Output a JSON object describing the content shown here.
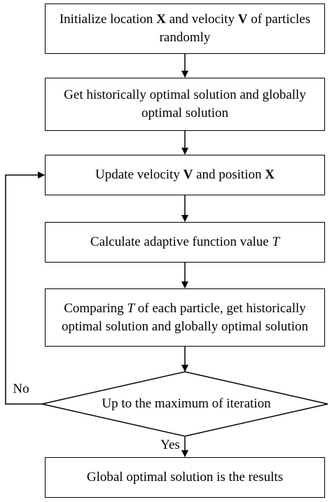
{
  "steps": {
    "init": {
      "pre": "Initialize location ",
      "v1": "X",
      "mid": " and velocity ",
      "v2": "V",
      "post": " of particles randomly"
    },
    "get_optimal": {
      "text": "Get historically optimal solution and globally optimal solution"
    },
    "update": {
      "pre": "Update velocity ",
      "v1": "V",
      "mid": " and  position ",
      "v2": "X"
    },
    "calculate": {
      "pre": "Calculate adaptive function value ",
      "var": "T"
    },
    "compare": {
      "pre": "Comparing ",
      "var": "T",
      "post": " of each particle, get historically optimal solution and globally optimal solution"
    },
    "decision": {
      "text": "Up to the maximum of iteration"
    },
    "result": {
      "text": "Global optimal solution is the results"
    }
  },
  "branches": {
    "no": "No",
    "yes": "Yes"
  }
}
